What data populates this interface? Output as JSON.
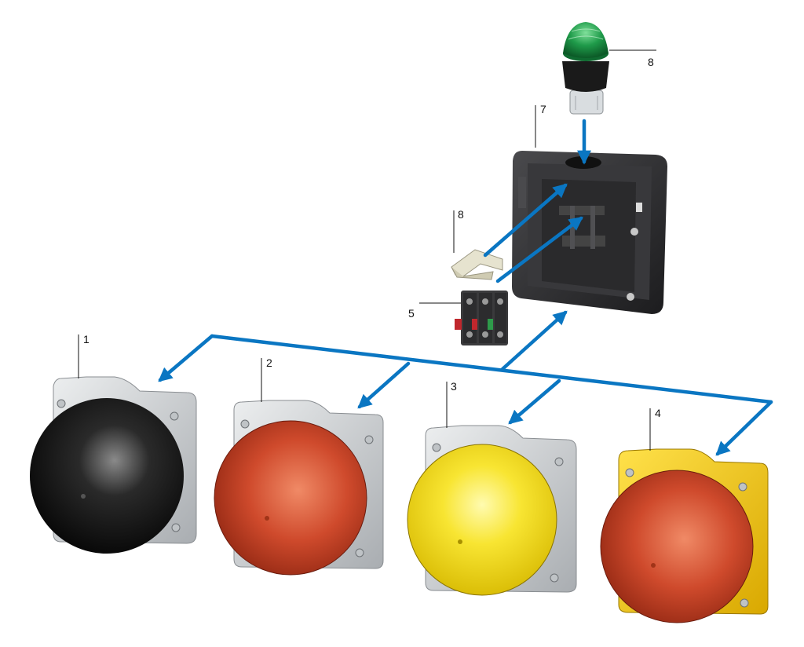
{
  "callouts": {
    "c1": "1",
    "c2": "2",
    "c3": "3",
    "c4": "4",
    "c5": "5",
    "c7": "7",
    "c8_top": "8",
    "c8_mid": "8"
  },
  "colors": {
    "arrow": "#0a76c2",
    "housing_grey": "#d4d6d8",
    "housing_yellow": "#f2c500",
    "enclosure_dark": "#2b2b2d",
    "cap_black": "#151515",
    "cap_red": "#c9412a",
    "cap_yellow": "#f6df1a",
    "indicator_green": "#1f9b4a"
  },
  "components": [
    {
      "id": "1",
      "part": "mushroom-button",
      "cap": "black",
      "housing": "grey"
    },
    {
      "id": "2",
      "part": "mushroom-button",
      "cap": "red",
      "housing": "grey"
    },
    {
      "id": "3",
      "part": "mushroom-button",
      "cap": "yellow",
      "housing": "grey"
    },
    {
      "id": "4",
      "part": "mushroom-button",
      "cap": "red",
      "housing": "yellow"
    },
    {
      "id": "5",
      "part": "contact-block"
    },
    {
      "id": "7",
      "part": "enclosure"
    },
    {
      "id": "8",
      "part": "indicator-light",
      "cap": "green"
    },
    {
      "id": "8",
      "part": "mounting-clip"
    }
  ]
}
